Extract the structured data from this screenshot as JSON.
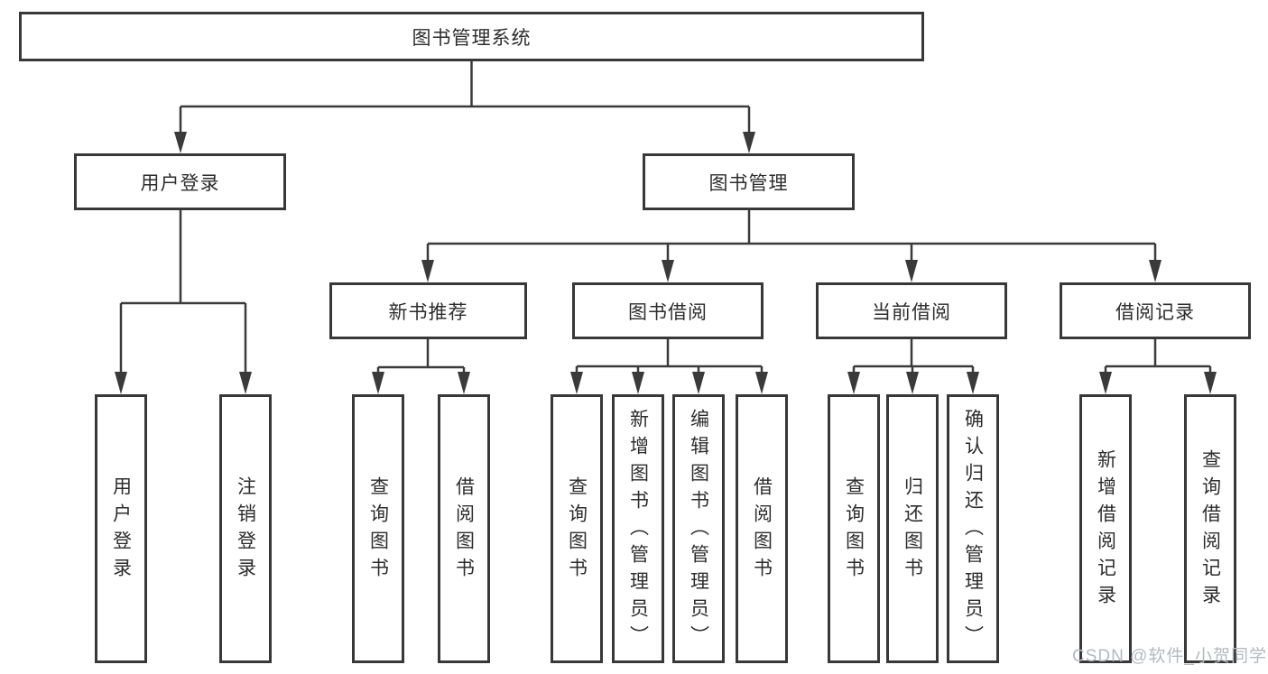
{
  "tree": {
    "root": {
      "label": "图书管理系统",
      "children": [
        {
          "label": "用户登录",
          "children": [
            {
              "label": "用户登录"
            },
            {
              "label": "注销登录"
            }
          ]
        },
        {
          "label": "图书管理",
          "children": [
            {
              "label": "新书推荐",
              "children": [
                {
                  "label": "查询图书"
                },
                {
                  "label": "借阅图书"
                }
              ]
            },
            {
              "label": "图书借阅",
              "children": [
                {
                  "label": "查询图书"
                },
                {
                  "label": "新增图书（管理员）"
                },
                {
                  "label": "编辑图书（管理员）"
                },
                {
                  "label": "借阅图书"
                }
              ]
            },
            {
              "label": "当前借阅",
              "children": [
                {
                  "label": "查询图书"
                },
                {
                  "label": "归还图书"
                },
                {
                  "label": "确认归还（管理员）"
                }
              ]
            },
            {
              "label": "借阅记录",
              "children": [
                {
                  "label": "新增借阅记录"
                },
                {
                  "label": "查询借阅记录"
                }
              ]
            }
          ]
        }
      ]
    }
  },
  "watermark": "CSDN @软件_小贺同学",
  "colors": {
    "line": "#3a3a3a",
    "border": "#383838",
    "text": "#2d2d2d",
    "watermark": "#b5b9bd"
  }
}
